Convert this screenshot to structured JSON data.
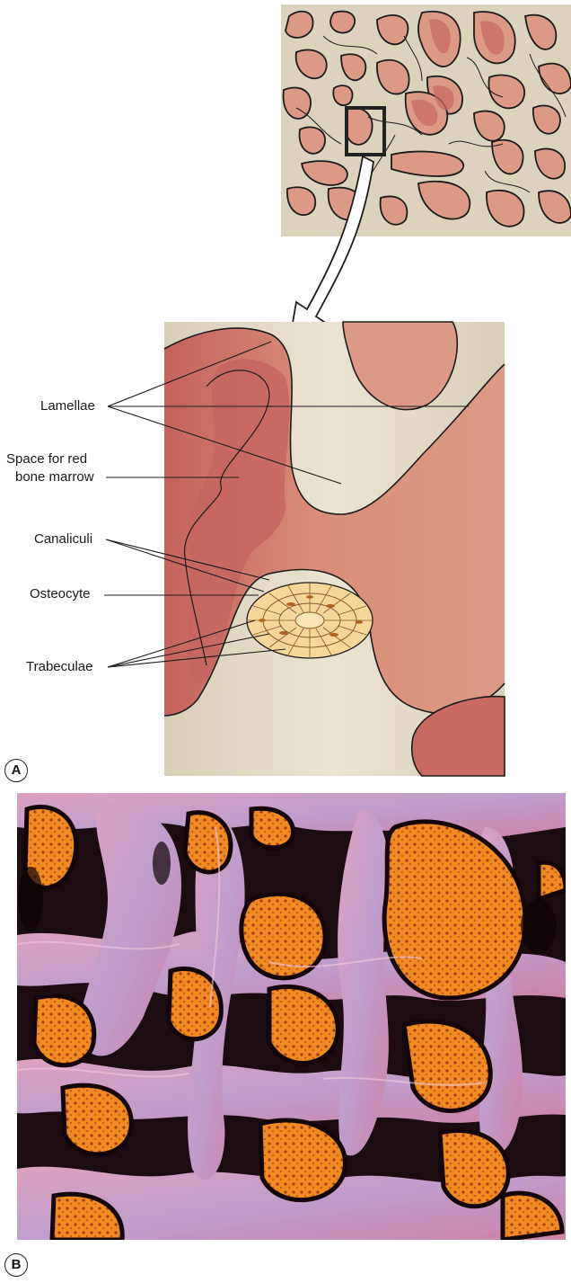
{
  "panel_a": {
    "letter": "A",
    "labels": {
      "lamellae": "Lamellae",
      "space_line1": "Space for red",
      "space_line2": "bone marrow",
      "canaliculi": "Canaliculi",
      "osteocyte": "Osteocyte",
      "trabeculae": "Trabeculae"
    }
  },
  "panel_b": {
    "letter": "B"
  },
  "colors": {
    "bone_matrix": "#dcd3bd",
    "marrow_light": "#dc9a86",
    "marrow_dark": "#c96a62",
    "outline": "#1c1c1c",
    "osteon": "#f5d79a"
  }
}
